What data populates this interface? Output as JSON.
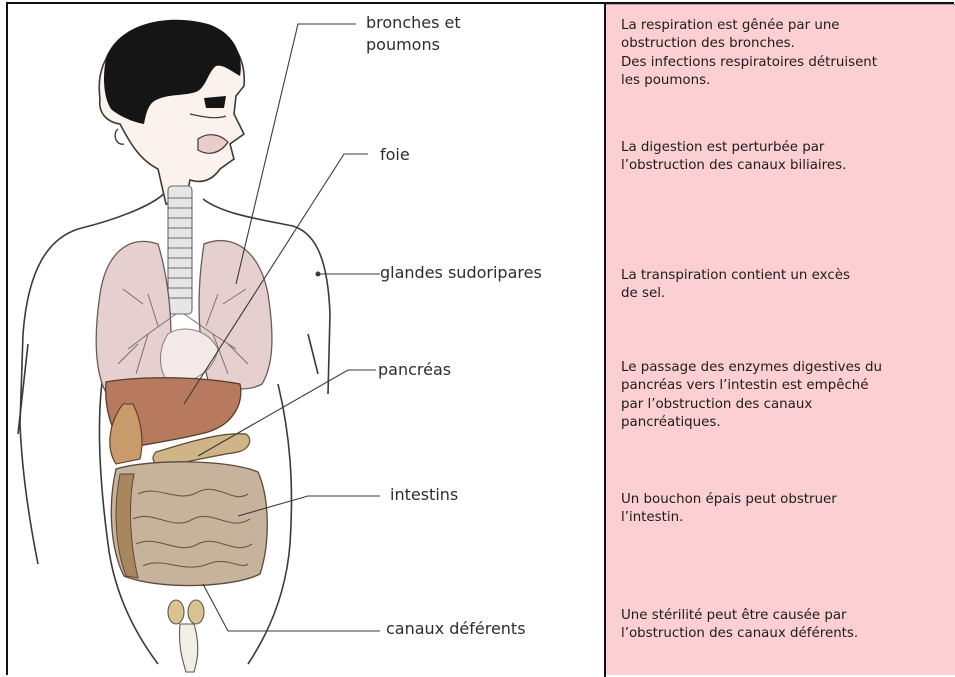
{
  "organs": [
    {
      "label": "bronches et\n poumons",
      "effect": [
        "La respiration est gênée par une",
        "obstruction des bronches.",
        "Des infections respiratoires détruisent",
        "les poumons."
      ]
    },
    {
      "label": "foie",
      "effect": [
        "La digestion est perturbée par",
        "l’obstruction des canaux biliaires."
      ]
    },
    {
      "label": "glandes sudoripares",
      "effect": [
        "La transpiration contient un excès",
        "de sel."
      ]
    },
    {
      "label": "pancréas",
      "effect": [
        "Le passage des enzymes digestives du",
        "pancréas vers l’intestin est empêché",
        "par l’obstruction des canaux",
        "pancréatiques."
      ]
    },
    {
      "label": "intestins",
      "effect": [
        "Un bouchon épais peut obstruer",
        "l’intestin."
      ]
    },
    {
      "label": "canaux déférents",
      "effect": [
        "Une stérilité peut être causée par",
        "l’obstruction des canaux déférents."
      ]
    }
  ],
  "colors": {
    "panel_background": "#fccfd2",
    "hair": "#151515",
    "lungs": "#e6d0cf",
    "liver": "#b77a5e",
    "pancreas": "#cfb488",
    "intestines": "#c7b39b"
  }
}
